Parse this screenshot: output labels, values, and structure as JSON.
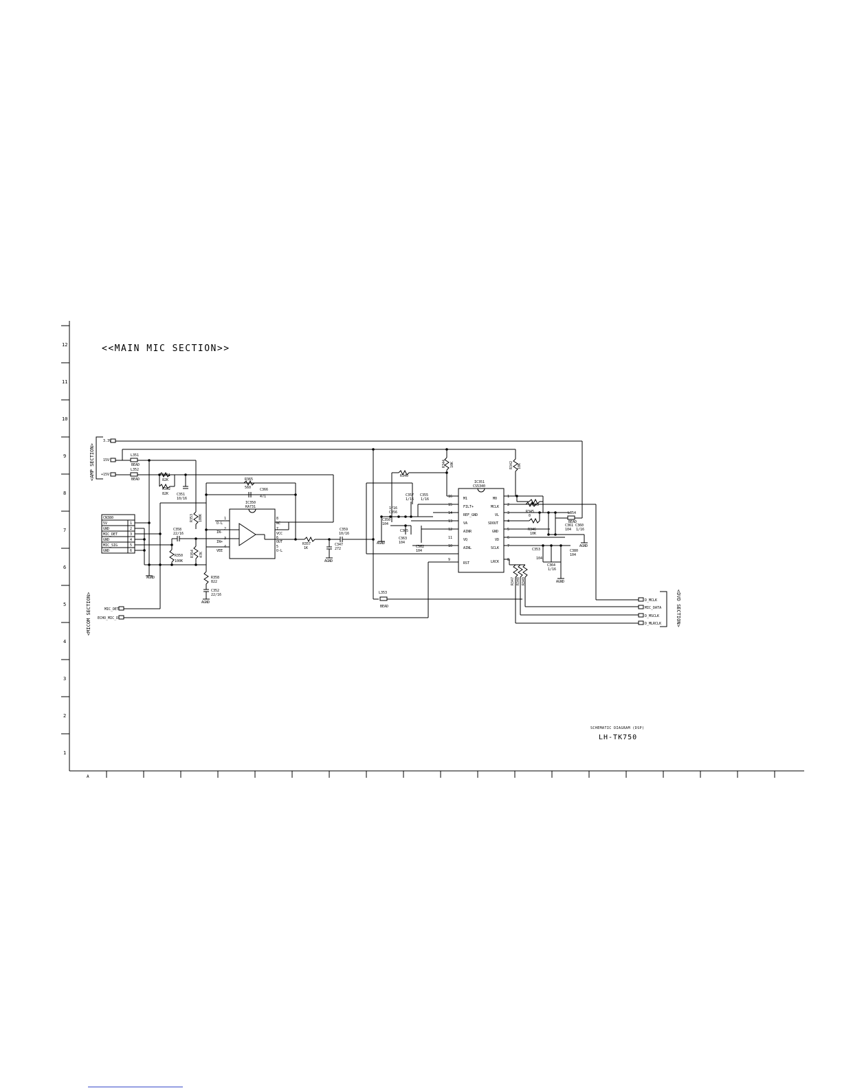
{
  "title": "<<MAIN MIC SECTION>>",
  "left_ticks": [
    "12",
    "11",
    "10",
    "9",
    "8",
    "7",
    "6",
    "5",
    "4",
    "3",
    "2",
    "1"
  ],
  "bottom_ticks": [
    "A"
  ],
  "sections": {
    "amp": "<AMP SECTION>",
    "mic": "<MICOM SECTION>",
    "dvd": "<DVD SECTION>"
  },
  "amp_pins": [
    "3.3V",
    "15V",
    "+15V"
  ],
  "micom_pins": [
    "MIC_DET",
    "ECHO_MIC_DET"
  ],
  "dvd_pins": [
    "D_MCLK",
    "MIC_DATA",
    "D_MSCLK",
    "D_MLRCLK"
  ],
  "connector": {
    "name": "CN380",
    "rows": [
      {
        "label": "5V",
        "num": "1"
      },
      {
        "label": "GND",
        "num": "2"
      },
      {
        "label": "MIC_DET",
        "num": "3"
      },
      {
        "label": "GND",
        "num": "4"
      },
      {
        "label": "MIC_SIG",
        "num": "5"
      },
      {
        "label": "GND",
        "num": "6"
      }
    ]
  },
  "opamp": {
    "ref": "IC350",
    "part": "KA731",
    "left_pins": [
      {
        "num": "1",
        "label": "O-L"
      },
      {
        "num": "2",
        "label": "IN-"
      },
      {
        "num": "3",
        "label": "IN+"
      },
      {
        "num": "4",
        "label": "VEE"
      }
    ],
    "right_pins": [
      {
        "num": "8",
        "label": "NC"
      },
      {
        "num": "7",
        "label": "VCC"
      },
      {
        "num": "6",
        "label": "OUT"
      },
      {
        "num": "5",
        "label": "O-L"
      }
    ]
  },
  "codec": {
    "ref": "IC351",
    "part": "CS5340",
    "left_pins": [
      {
        "num": "16",
        "label": "M1"
      },
      {
        "num": "15",
        "label": "FILT+"
      },
      {
        "num": "14",
        "label": "REF_GND"
      },
      {
        "num": "13",
        "label": "VA"
      },
      {
        "num": "12",
        "label": "AINR"
      },
      {
        "num": "11",
        "label": "VQ"
      },
      {
        "num": "10",
        "label": "AINL"
      },
      {
        "num": "9",
        "label": "RST"
      }
    ],
    "right_pins": [
      {
        "num": "1",
        "label": "M0"
      },
      {
        "num": "2",
        "label": "MCLK"
      },
      {
        "num": "3",
        "label": "VL"
      },
      {
        "num": "4",
        "label": "SDOUT"
      },
      {
        "num": "5",
        "label": "GND"
      },
      {
        "num": "6",
        "label": "VD"
      },
      {
        "num": "7",
        "label": "SCLK"
      },
      {
        "num": "8",
        "label": "LRCK"
      }
    ]
  },
  "components": {
    "l351": "L351",
    "bead1": "BEAD",
    "l352": "L352",
    "bead2": "BEAD",
    "l353": "L353",
    "bead3": "BEAD",
    "l354": "L354",
    "bead4": "BEAD",
    "r361": "R361",
    "r361v": "82K",
    "r362": "R362",
    "r362v": "82K",
    "c351": "C351",
    "c351v": "10/16",
    "r365": "R365",
    "r365v": "560",
    "c366": "C366",
    "c366v": "471",
    "r353": "R353",
    "r353v": "100K",
    "c358": "C358",
    "c358v": "22/16",
    "r350": "R350",
    "r350v": "100K",
    "r354": "R354",
    "r354v": "47K",
    "r358": "R358",
    "r358v": "822",
    "c352": "C352",
    "c352v": "22/16",
    "r357": "R357",
    "r357v": "1K",
    "c359": "C359",
    "c359v": "10/16",
    "c347": "C347",
    "c347v": "272",
    "c357": "C357",
    "c357v": "1/16",
    "c356": "C356",
    "c356v": "1/16",
    "c350": "C350",
    "c350v": "104",
    "c362": "C362",
    "c362v": "104",
    "c365": "C365",
    "c355": "C355",
    "c355v": "1/16",
    "c363": "C363",
    "c363v": "104",
    "r340": "R340",
    "r344": "R344",
    "r344v": "10K",
    "r342": "R342",
    "r342v": "10K",
    "r343": "R343",
    "r345": "R345",
    "r345v": "0",
    "r346": "R346",
    "r346v": "10K",
    "c361": "C361",
    "c361v": "104",
    "c360": "C360",
    "c360v": "1/16",
    "c353": "C353",
    "c364": "C364",
    "c364v": "1/16",
    "c380": "C380",
    "c380v": "104",
    "r347": "R347",
    "r348": "R348",
    "r349": "R349",
    "agnd": "AGND"
  },
  "footer": {
    "caption": "SCHEMATIC DIAGRAM (DSP)",
    "model": "LH-TK750"
  }
}
